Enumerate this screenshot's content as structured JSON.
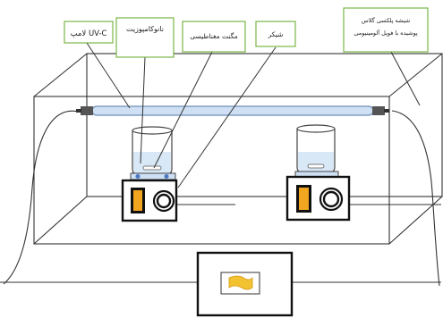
{
  "labels": {
    "uv_lamp": "لامپ UV-C",
    "nanocomposite": "نانوکامپوزیت",
    "magnetic_stirrer": "مگنت مغناطیسی",
    "stirrer": "شیکر",
    "glass_box_line1": "شیشه پلکسی گلاس",
    "glass_box_line2": "پوشیده با فویل آلومینیومی"
  },
  "colors": {
    "label_border": "#7ab648",
    "lamp_fill": "#cfe0f5",
    "lamp_stroke": "#6f8fb8",
    "switch_fill": "#f2a51f",
    "liquid_fill": "#d9e8f7",
    "line": "#333333"
  }
}
